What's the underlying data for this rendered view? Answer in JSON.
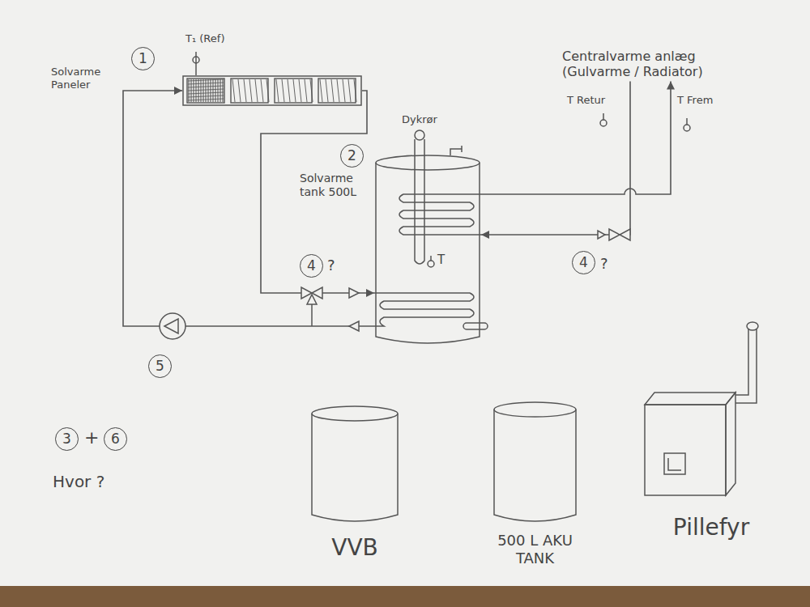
{
  "diagram": {
    "nodes": [
      {
        "text": [
          "Solvarme Paneler"
        ]
      },
      {
        "text": [
          "Solvarme tank 500L"
        ]
      },
      {
        "text": [
          "Centralvarme anlæg (Gulvarme / Radiator)"
        ]
      },
      {
        "text": [
          "VVB"
        ]
      },
      {
        "text": [
          "500 L AKU TANK"
        ]
      },
      {
        "text": [
          "Pillefyr"
        ]
      }
    ],
    "edges": [
      {
        "from": 0,
        "to": 1,
        "arrow": "to"
      },
      {
        "from": 1,
        "to": 0,
        "arrow": "to"
      },
      {
        "from": 1,
        "to": 2,
        "arrow": "to"
      },
      {
        "from": 2,
        "to": 1,
        "arrow": "to"
      }
    ],
    "labels": [
      "1",
      "T₁ (Ref)",
      "2",
      "Dykrør",
      "T",
      "4",
      "?",
      "4",
      "?",
      "5",
      "T Retur",
      "T Frem",
      "3",
      "+",
      "6",
      "Hvor ?"
    ]
  }
}
